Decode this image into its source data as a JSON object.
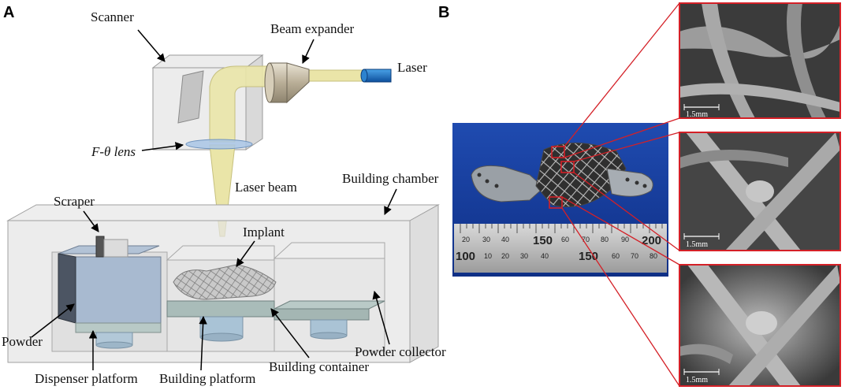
{
  "panels": {
    "a": "A",
    "b": "B"
  },
  "labels": {
    "scanner": "Scanner",
    "beam_expander": "Beam expander",
    "laser": "Laser",
    "f_theta_lens": "F-θ lens",
    "laser_beam": "Laser beam",
    "building_chamber": "Building chamber",
    "scraper": "Scraper",
    "implant": "Implant",
    "powder": "Powder",
    "dispenser_platform": "Dispenser platform",
    "building_platform": "Building platform",
    "building_container": "Building container",
    "powder_collector": "Powder collector"
  },
  "sem_scale_bars": [
    "1.5mm",
    "1.5mm",
    "1.5mm"
  ],
  "ruler": {
    "top_numbers": [
      "20",
      "30",
      "40",
      "150",
      "60",
      "70",
      "80",
      "90",
      "200"
    ],
    "bottom_numbers": [
      "100",
      "10",
      "20",
      "30",
      "40",
      "150",
      "60",
      "70",
      "80"
    ]
  },
  "colors": {
    "highlight": "#d42027",
    "beam": "#eae5a8",
    "laser": "#1565c0"
  }
}
